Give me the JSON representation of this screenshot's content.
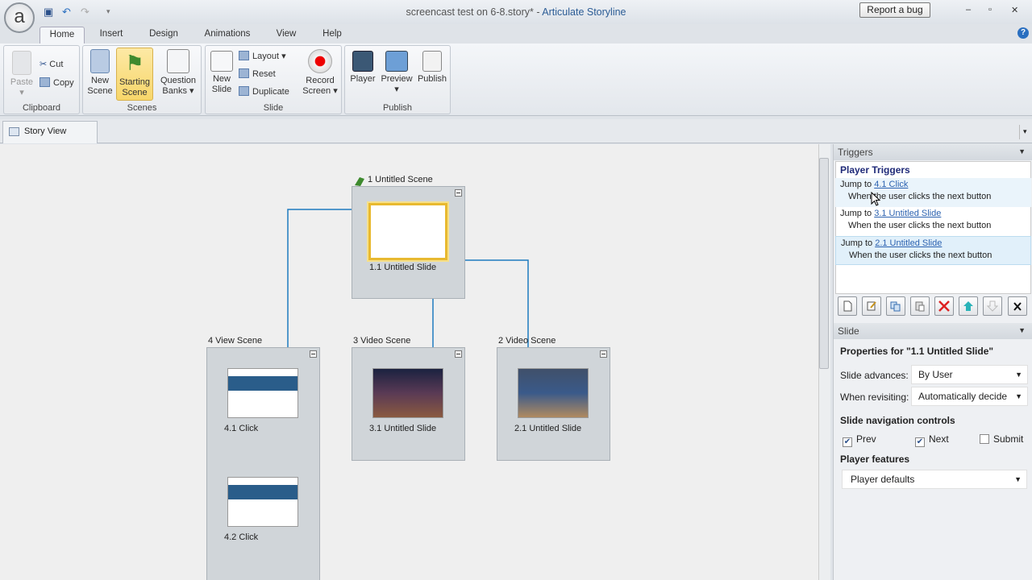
{
  "window": {
    "title_doc": "screencast test on 6-8.story*",
    "title_sep": " - ",
    "title_app": "Articulate Storyline",
    "report_bug": "Report a bug",
    "logo": "a"
  },
  "tabs": [
    "Home",
    "Insert",
    "Design",
    "Animations",
    "View",
    "Help"
  ],
  "ribbon": {
    "clipboard": {
      "label": "Clipboard",
      "paste": "Paste",
      "cut": "Cut",
      "copy": "Copy"
    },
    "scenes": {
      "label": "Scenes",
      "new_scene": [
        "New",
        "Scene"
      ],
      "starting_scene": [
        "Starting",
        "Scene"
      ],
      "question_banks": [
        "Question",
        "Banks"
      ]
    },
    "slide": {
      "label": "Slide",
      "new_slide": [
        "New",
        "Slide"
      ],
      "layout": "Layout",
      "reset": "Reset",
      "duplicate": "Duplicate",
      "record_screen": [
        "Record",
        "Screen"
      ]
    },
    "publish": {
      "label": "Publish",
      "player": "Player",
      "preview": "Preview",
      "publish": "Publish"
    }
  },
  "story_view": {
    "tab": "Story View"
  },
  "scenes": [
    {
      "title": "1 Untitled Scene",
      "slides": [
        "1.1 Untitled Slide"
      ]
    },
    {
      "title": "4 View Scene",
      "slides": [
        "4.1 Click",
        "4.2 Click"
      ]
    },
    {
      "title": "3 Video Scene",
      "slides": [
        "3.1 Untitled Slide"
      ]
    },
    {
      "title": "2 Video Scene",
      "slides": [
        "2.1 Untitled Slide"
      ]
    }
  ],
  "triggers": {
    "header": "Triggers",
    "section": "Player Triggers",
    "items": [
      {
        "action": "Jump to",
        "target": "4.1 Click",
        "condition": "When the user clicks the next button"
      },
      {
        "action": "Jump to",
        "target": "3.1 Untitled Slide",
        "condition": "When the user clicks the next button"
      },
      {
        "action": "Jump to",
        "target": "2.1 Untitled Slide",
        "condition": "When the user clicks the next button"
      }
    ]
  },
  "slide_panel": {
    "header": "Slide",
    "properties_title": "Properties for \"1.1 Untitled Slide\"",
    "advances_label": "Slide advances:",
    "advances_value": "By User",
    "revisit_label": "When revisiting:",
    "revisit_value": "Automatically decide",
    "nav_title": "Slide navigation controls",
    "nav": [
      {
        "label": "Prev",
        "checked": true
      },
      {
        "label": "Next",
        "checked": true
      },
      {
        "label": "Submit",
        "checked": false
      }
    ],
    "features_title": "Player features",
    "features_value": "Player defaults"
  },
  "colors": {
    "accent": "#2c62b0",
    "selection": "#e8b930",
    "connector": "#1f7bbf"
  }
}
